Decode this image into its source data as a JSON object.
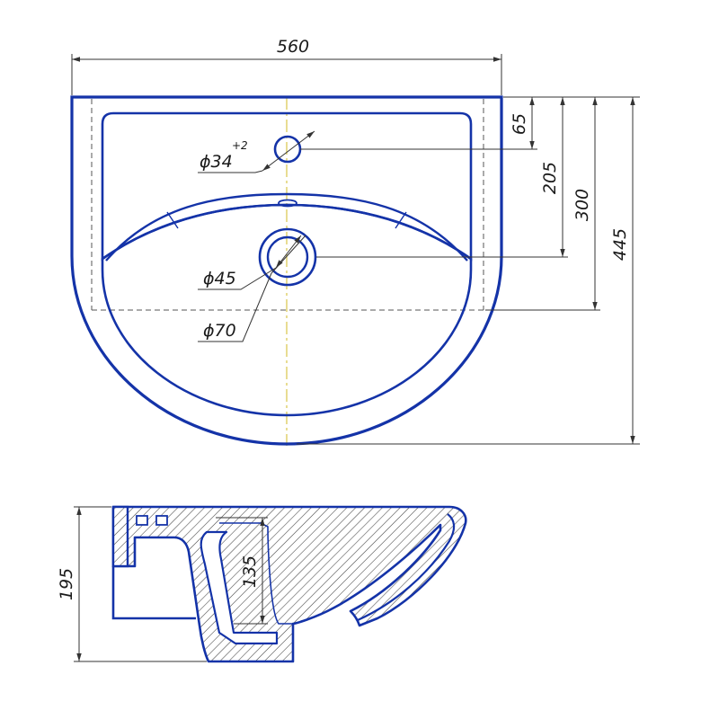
{
  "dimensions": {
    "width": "560",
    "d65": "65",
    "d205": "205",
    "d300": "300",
    "d445": "445",
    "d195": "195",
    "d135": "135"
  },
  "callouts": {
    "tap_hole": {
      "symbol": "ϕ",
      "value": "34",
      "tolerance": "+2"
    },
    "drain_inner": {
      "symbol": "ϕ",
      "value": "45"
    },
    "drain_outer": {
      "symbol": "ϕ",
      "value": "70"
    }
  },
  "colors": {
    "outline": "#1433a8",
    "dimension": "#333333",
    "hidden_line": "#555555",
    "axis": "#d9c64a",
    "hatch": "#444444"
  },
  "views": [
    "top-view",
    "side-section-view"
  ]
}
